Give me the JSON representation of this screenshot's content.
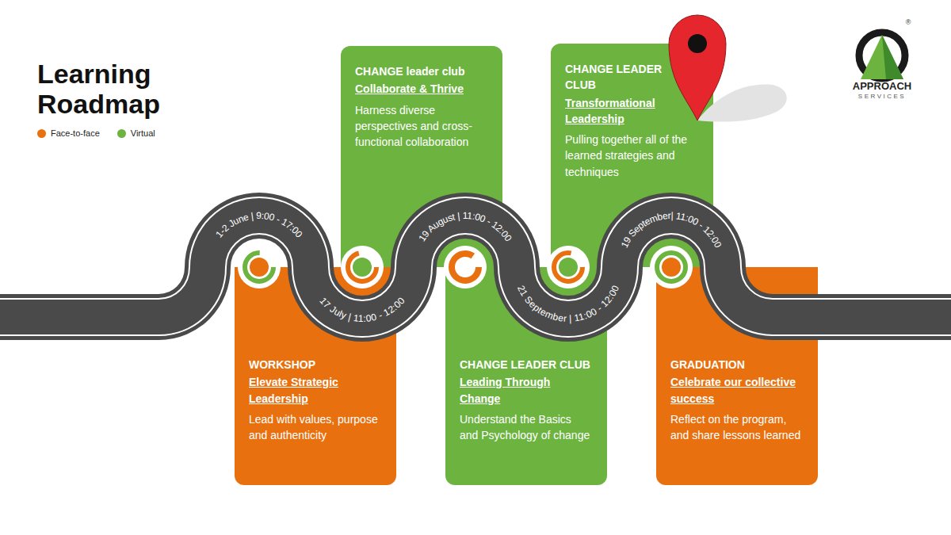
{
  "diagram": {
    "title": "Learning Roadmap",
    "nodes": [
      {
        "text": [
          "WORKSHOP",
          "Elevate Strategic Leadership",
          "Lead with values, purpose and authenticity"
        ]
      },
      {
        "text": [
          "CHANGE leader club",
          "Collaborate & Thrive",
          "Harness diverse perspectives and cross-functional collaboration"
        ]
      },
      {
        "text": [
          "CHANGE LEADER CLUB",
          "Leading Through Change",
          "Understand the Basics and Psychology of change"
        ]
      },
      {
        "text": [
          "CHANGE LEADER CLUB",
          "Transformational Leadership",
          "Pulling together all of the learned strategies and techniques"
        ]
      },
      {
        "text": [
          "GRADUATION",
          "Celebrate our collective success",
          "Reflect on the program, and share lessons learned"
        ]
      }
    ],
    "labels": [
      "1-2 June | 9:00 - 17:00",
      "17 July | 11:00 - 12:00",
      "19 August | 11:00 - 12:00",
      "21 September | 11:00 - 12:00",
      "19 September| 11:00 - 12:00",
      "APPROACH",
      "SERVICES",
      "®"
    ],
    "legend": [
      {
        "text": "Face-to-face",
        "color": "#e8700f"
      },
      {
        "text": "Virtual",
        "color": "#6cb33f"
      }
    ]
  }
}
